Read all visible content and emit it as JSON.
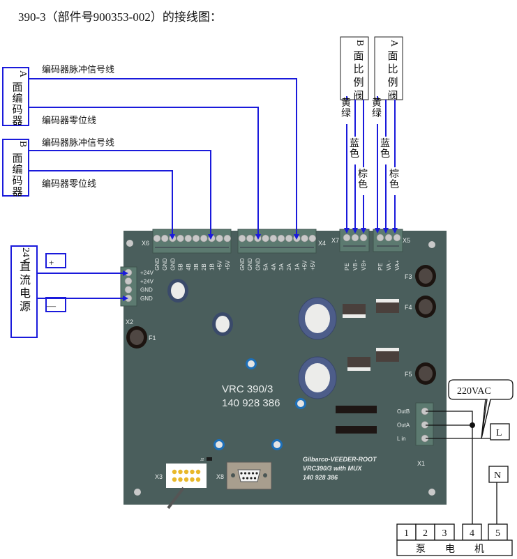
{
  "title": "390-3（部件号900353-002）的接线图：",
  "encoders": [
    {
      "label_prefix": "A",
      "label_chars": [
        "面",
        "编",
        "码",
        "器"
      ],
      "pulse_wire": "编码器脉冲信号线",
      "zero_wire": "编码器零位线"
    },
    {
      "label_prefix": "B",
      "label_chars": [
        "面",
        "编",
        "码",
        "器"
      ],
      "pulse_wire": "编码器脉冲信号线",
      "zero_wire": "编码器零位线"
    }
  ],
  "valves": [
    {
      "label_prefix": "B",
      "label_chars": [
        "面",
        "比",
        "例",
        "阀"
      ],
      "wires": [
        "黄绿",
        "蓝色",
        "棕色"
      ]
    },
    {
      "label_prefix": "A",
      "label_chars": [
        "面",
        "比",
        "例",
        "阀"
      ],
      "wires": [
        "黄绿",
        "蓝色",
        "棕色"
      ]
    }
  ],
  "power_supply": {
    "label_prefix": "24V",
    "label_chars": [
      "直",
      "流",
      "电",
      "源"
    ],
    "plus": "+",
    "minus": "—"
  },
  "board": {
    "model_line1": "VRC 390/3",
    "model_line2": "140 928 386",
    "brand_lines": [
      "Gilbarco-VEEDER-ROOT",
      "VRC390/3 with MUX",
      "140 928 386"
    ],
    "connectors": {
      "X6": {
        "name": "X6",
        "pins": [
          "GND",
          "GND",
          "GND",
          "5B",
          "4B",
          "3B",
          "2B",
          "1B",
          "+5V",
          "+5V"
        ]
      },
      "X4": {
        "name": "X4",
        "pins": [
          "GND",
          "GND",
          "GND",
          "5A",
          "4A",
          "3A",
          "2A",
          "1A",
          "+5V",
          "+5V"
        ]
      },
      "X7": {
        "name": "X7",
        "pins": [
          "PE",
          "VB -",
          "VB+"
        ]
      },
      "X5": {
        "name": "X5",
        "pins": [
          "PE",
          "VA -",
          "VA+"
        ]
      },
      "X2": {
        "name": "X2",
        "pins": [
          "+24V",
          "+24V",
          "GND",
          "GND"
        ]
      },
      "X1": {
        "name": "X1",
        "pins": [
          "OutB",
          "OutA",
          "L in"
        ]
      },
      "X3": {
        "name": "X3"
      },
      "X8": {
        "name": "X8"
      },
      "J2": {
        "name": "J2"
      }
    },
    "fuses": [
      "F1",
      "F3",
      "F4",
      "F5"
    ]
  },
  "mains": {
    "voltage": "220VAC",
    "L": "L",
    "N": "N"
  },
  "pump_motor": {
    "terminals": [
      "1",
      "2",
      "3",
      "4",
      "5"
    ],
    "label": "泵　　电　　机"
  },
  "colors": {
    "wire_blue": "#1a1adb",
    "pcb": "#4a5e5c",
    "connector": "#5c7a70",
    "wire_black": "#111111"
  }
}
